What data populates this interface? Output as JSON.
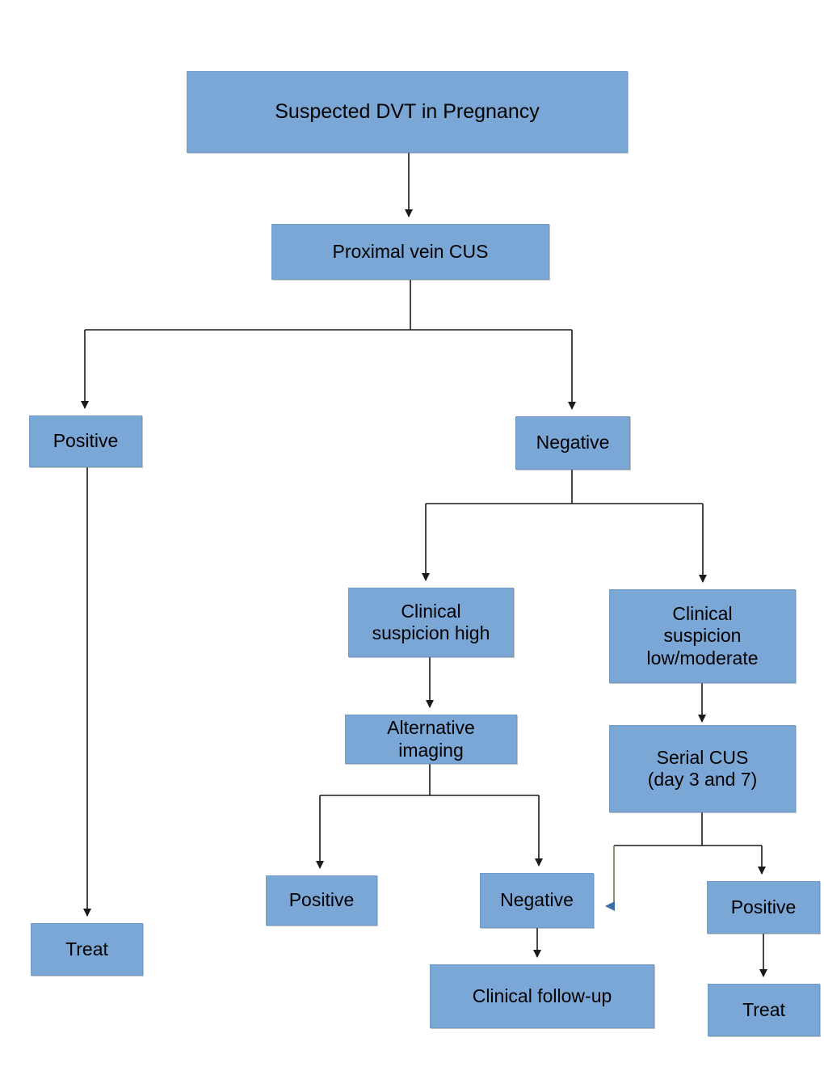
{
  "diagram": {
    "title": "Suspected DVT in Pregnancy diagnostic algorithm",
    "colors": {
      "node_fill": "#7BA7D7",
      "node_border": "#6F9BC9",
      "node_text": "#000000",
      "edge_black": "#1A1A1A",
      "edge_blue_arrow": "#3B6FA8",
      "background": "#FFFFFF"
    },
    "nodes": {
      "root": "Suspected DVT in Pregnancy",
      "proximal_cus": "Proximal vein CUS",
      "cus_positive": "Positive",
      "cus_negative": "Negative",
      "suspicion_high": "Clinical\nsuspicion high",
      "suspicion_low_moderate": "Clinical\nsuspicion\nlow/moderate",
      "alternative_imaging": "Alternative\nimaging",
      "serial_cus": "Serial CUS\n(day 3 and 7)",
      "alt_positive": "Positive",
      "alt_negative": "Negative",
      "serial_positive": "Positive",
      "treat_left": "Treat",
      "clinical_follow_up": "Clinical follow-up",
      "treat_right": "Treat"
    },
    "edges": [
      {
        "from": "root",
        "to": "proximal_cus",
        "style": "black-arrow"
      },
      {
        "from": "proximal_cus",
        "to": "cus_positive",
        "style": "black-arrow"
      },
      {
        "from": "proximal_cus",
        "to": "cus_negative",
        "style": "black-arrow"
      },
      {
        "from": "cus_positive",
        "to": "treat_left",
        "style": "black-arrow"
      },
      {
        "from": "cus_negative",
        "to": "suspicion_high",
        "style": "black-arrow"
      },
      {
        "from": "cus_negative",
        "to": "suspicion_low_moderate",
        "style": "black-arrow"
      },
      {
        "from": "suspicion_high",
        "to": "alternative_imaging",
        "style": "black-arrow"
      },
      {
        "from": "suspicion_low_moderate",
        "to": "serial_cus",
        "style": "black-arrow"
      },
      {
        "from": "alternative_imaging",
        "to": "alt_positive",
        "style": "black-arrow"
      },
      {
        "from": "alternative_imaging",
        "to": "alt_negative",
        "style": "black-arrow"
      },
      {
        "from": "serial_cus",
        "to": "alt_negative",
        "style": "blue-arrow"
      },
      {
        "from": "serial_cus",
        "to": "serial_positive",
        "style": "black-arrow"
      },
      {
        "from": "alt_negative",
        "to": "clinical_follow_up",
        "style": "black-arrow"
      },
      {
        "from": "serial_positive",
        "to": "treat_right",
        "style": "black-arrow"
      }
    ]
  }
}
